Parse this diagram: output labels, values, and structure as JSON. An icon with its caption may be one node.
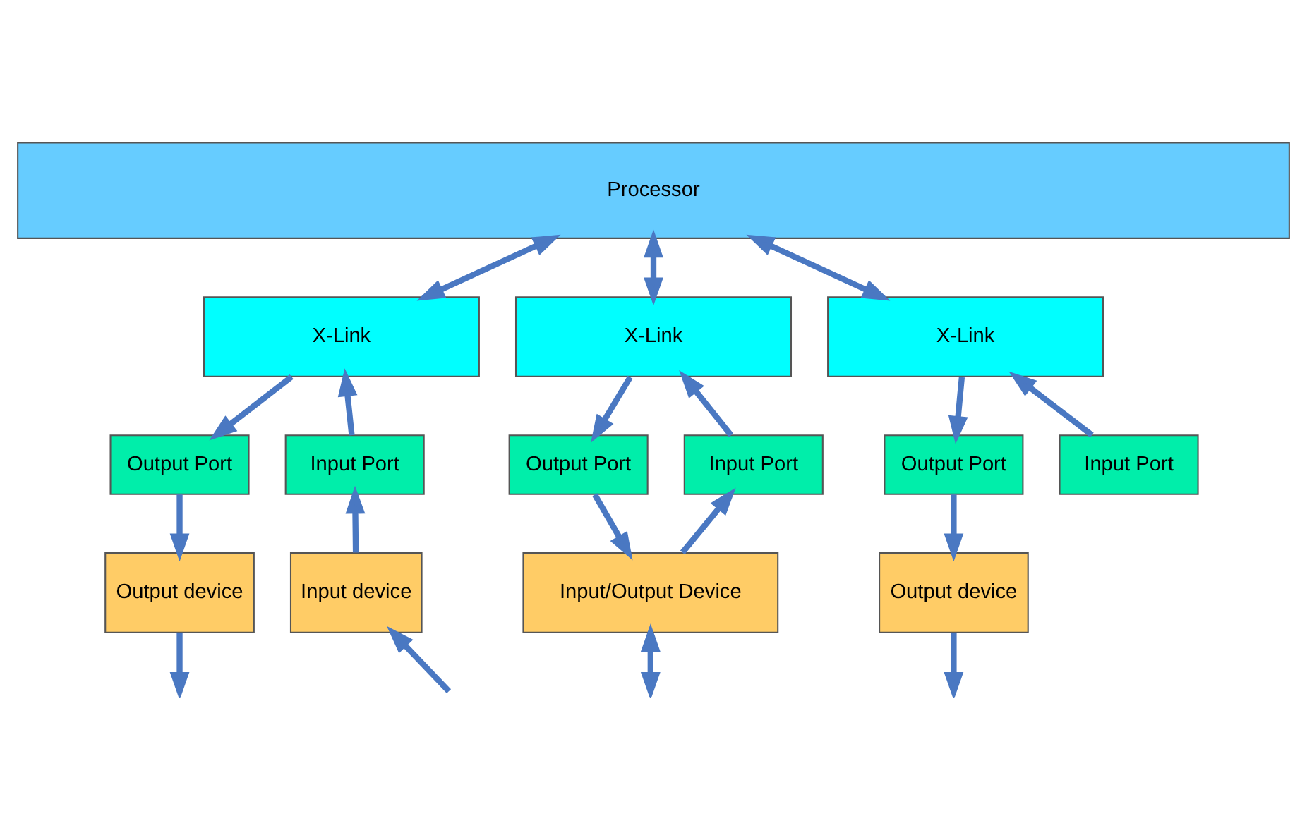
{
  "diagram": {
    "nodes": [
      {
        "text": [
          "Processor"
        ]
      },
      {
        "text": [
          "X-Link"
        ]
      },
      {
        "text": [
          "X-Link"
        ]
      },
      {
        "text": [
          "X-Link"
        ]
      },
      {
        "text": [
          "Input Port"
        ]
      },
      {
        "text": [
          "Output Port"
        ]
      },
      {
        "text": [
          "Input device"
        ]
      },
      {
        "text": [
          "Output device"
        ]
      },
      {
        "text": [
          "Input Port"
        ]
      },
      {
        "text": [
          "Output Port"
        ]
      },
      {
        "text": [
          "Input/Output Device"
        ]
      },
      {
        "text": [
          "Input Port"
        ]
      },
      {
        "text": [
          "Output Port"
        ]
      },
      {
        "text": [
          "Output device"
        ]
      }
    ],
    "edges": [
      {
        "from": 0,
        "to": 1,
        "arrow": "both"
      },
      {
        "from": 0,
        "to": 2,
        "arrow": "both"
      },
      {
        "from": 0,
        "to": 3,
        "arrow": "both"
      },
      {
        "from": 4,
        "to": 1,
        "arrow": "to"
      },
      {
        "from": 1,
        "to": 5,
        "arrow": "to"
      },
      {
        "from": 6,
        "to": 4,
        "arrow": "to"
      },
      {
        "from": 5,
        "to": 7,
        "arrow": "to"
      },
      {
        "from": null,
        "to": 6,
        "arrow": "to"
      },
      {
        "from": 7,
        "to": null,
        "arrow": "to"
      },
      {
        "from": 8,
        "to": 2,
        "arrow": "to"
      },
      {
        "from": 2,
        "to": 9,
        "arrow": "to"
      },
      {
        "from": 10,
        "to": 8,
        "arrow": "to"
      },
      {
        "from": 9,
        "to": 10,
        "arrow": "to"
      },
      {
        "from": 10,
        "to": null,
        "arrow": "both"
      },
      {
        "from": 11,
        "to": 3,
        "arrow": "to"
      },
      {
        "from": 3,
        "to": 12,
        "arrow": "to"
      },
      {
        "from": 12,
        "to": 13,
        "arrow": "to"
      },
      {
        "from": 13,
        "to": null,
        "arrow": "to"
      }
    ]
  }
}
